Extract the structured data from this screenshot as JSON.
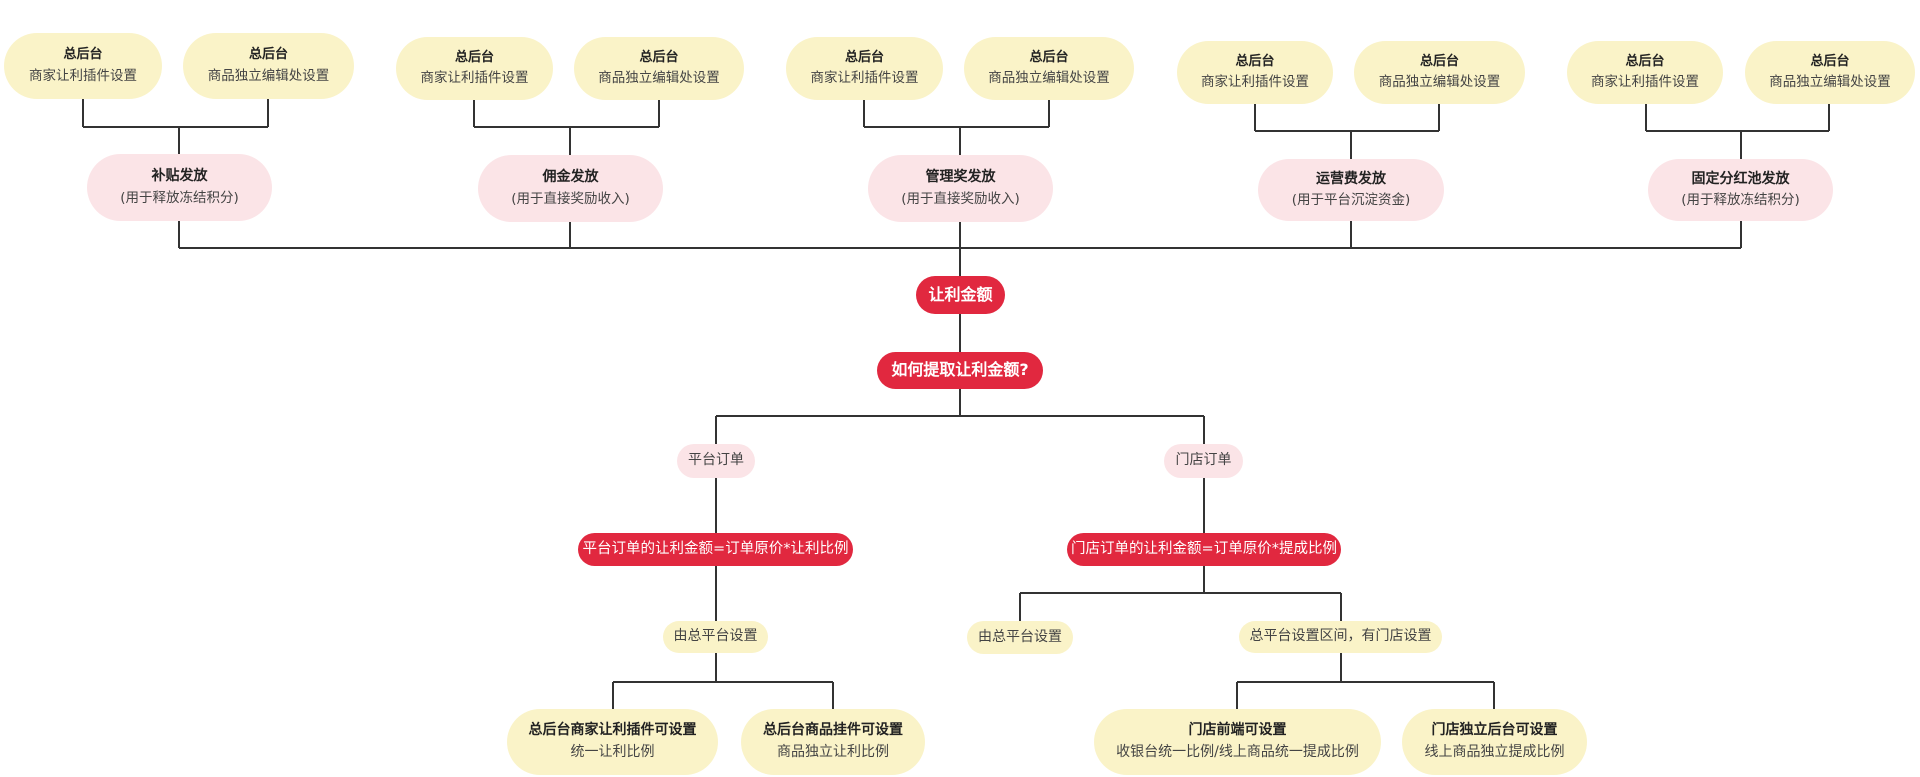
{
  "colors": {
    "yellow_node": "#faf3c8",
    "pink_node": "#fbe4e7",
    "red_node": "#e1283f",
    "connector": "#333333"
  },
  "root": {
    "label": "让利金额"
  },
  "question": {
    "label": "如何提取让利金额?"
  },
  "distributions": [
    {
      "title": "补贴发放",
      "subtitle": "(用于释放冻结积分)",
      "sources": [
        {
          "title": "总后台",
          "subtitle": "商家让利插件设置"
        },
        {
          "title": "总后台",
          "subtitle": "商品独立编辑处设置"
        }
      ]
    },
    {
      "title": "佣金发放",
      "subtitle": "(用于直接奖励收入)",
      "sources": [
        {
          "title": "总后台",
          "subtitle": "商家让利插件设置"
        },
        {
          "title": "总后台",
          "subtitle": "商品独立编辑处设置"
        }
      ]
    },
    {
      "title": "管理奖发放",
      "subtitle": "(用于直接奖励收入)",
      "sources": [
        {
          "title": "总后台",
          "subtitle": "商家让利插件设置"
        },
        {
          "title": "总后台",
          "subtitle": "商品独立编辑处设置"
        }
      ]
    },
    {
      "title": "运营费发放",
      "subtitle": "(用于平台沉淀资金)",
      "sources": [
        {
          "title": "总后台",
          "subtitle": "商家让利插件设置"
        },
        {
          "title": "总后台",
          "subtitle": "商品独立编辑处设置"
        }
      ]
    },
    {
      "title": "固定分红池发放",
      "subtitle": "(用于释放冻结积分)",
      "sources": [
        {
          "title": "总后台",
          "subtitle": "商家让利插件设置"
        },
        {
          "title": "总后台",
          "subtitle": "商品独立编辑处设置"
        }
      ]
    }
  ],
  "order_types": [
    {
      "label": "平台订单",
      "formula": "平台订单的让利金额=订单原价*让利比例",
      "setters": [
        {
          "label": "由总平台设置",
          "children": [
            {
              "title": "总后台商家让利插件可设置",
              "subtitle": "统一让利比例"
            },
            {
              "title": "总后台商品挂件可设置",
              "subtitle": "商品独立让利比例"
            }
          ]
        }
      ]
    },
    {
      "label": "门店订单",
      "formula": "门店订单的让利金额=订单原价*提成比例",
      "setters": [
        {
          "label": "由总平台设置",
          "children": []
        },
        {
          "label": "总平台设置区间，有门店设置",
          "children": [
            {
              "title": "门店前端可设置",
              "subtitle": "收银台统一比例/线上商品统一提成比例"
            },
            {
              "title": "门店独立后台可设置",
              "subtitle": "线上商品独立提成比例"
            }
          ]
        }
      ]
    }
  ]
}
